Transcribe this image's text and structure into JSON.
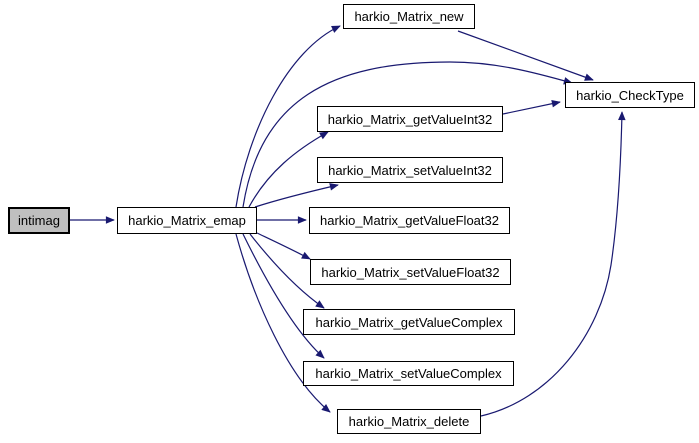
{
  "diagram": {
    "type": "call-graph",
    "background_color": "#ffffff",
    "edge_color": "#191970",
    "node_border_color": "#000000",
    "node_fill_color": "#ffffff",
    "current_node_fill_color": "#bfbfbf",
    "nodes": [
      {
        "id": "intimag",
        "label": "intimag",
        "current": true
      },
      {
        "id": "emap",
        "label": "harkio_Matrix_emap",
        "current": false
      },
      {
        "id": "new",
        "label": "harkio_Matrix_new",
        "current": false
      },
      {
        "id": "checktype",
        "label": "harkio_CheckType",
        "current": false
      },
      {
        "id": "getvalueint32",
        "label": "harkio_Matrix_getValueInt32",
        "current": false
      },
      {
        "id": "setvalueint32",
        "label": "harkio_Matrix_setValueInt32",
        "current": false
      },
      {
        "id": "getvaluefloat32",
        "label": "harkio_Matrix_getValueFloat32",
        "current": false
      },
      {
        "id": "setvaluefloat32",
        "label": "harkio_Matrix_setValueFloat32",
        "current": false
      },
      {
        "id": "getvaluecomplex",
        "label": "harkio_Matrix_getValueComplex",
        "current": false
      },
      {
        "id": "setvaluecomplex",
        "label": "harkio_Matrix_setValueComplex",
        "current": false
      },
      {
        "id": "delete",
        "label": "harkio_Matrix_delete",
        "current": false
      }
    ],
    "edges": [
      {
        "from": "intimag",
        "to": "harkio_Matrix_emap"
      },
      {
        "from": "harkio_Matrix_emap",
        "to": "harkio_Matrix_new"
      },
      {
        "from": "harkio_Matrix_emap",
        "to": "harkio_CheckType"
      },
      {
        "from": "harkio_Matrix_emap",
        "to": "harkio_Matrix_getValueInt32"
      },
      {
        "from": "harkio_Matrix_emap",
        "to": "harkio_Matrix_setValueInt32"
      },
      {
        "from": "harkio_Matrix_emap",
        "to": "harkio_Matrix_getValueFloat32"
      },
      {
        "from": "harkio_Matrix_emap",
        "to": "harkio_Matrix_setValueFloat32"
      },
      {
        "from": "harkio_Matrix_emap",
        "to": "harkio_Matrix_getValueComplex"
      },
      {
        "from": "harkio_Matrix_emap",
        "to": "harkio_Matrix_setValueComplex"
      },
      {
        "from": "harkio_Matrix_emap",
        "to": "harkio_Matrix_delete"
      },
      {
        "from": "harkio_Matrix_new",
        "to": "harkio_CheckType"
      },
      {
        "from": "harkio_Matrix_getValueInt32",
        "to": "harkio_CheckType"
      },
      {
        "from": "harkio_Matrix_delete",
        "to": "harkio_CheckType"
      }
    ]
  }
}
